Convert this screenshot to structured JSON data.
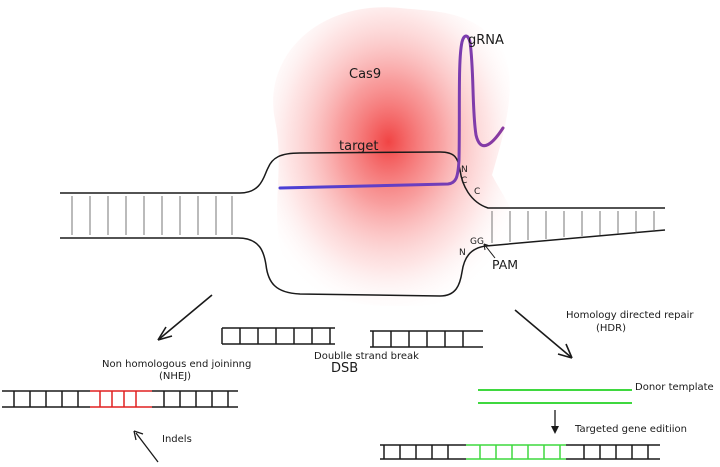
{
  "labels": {
    "cas9": "Cas9",
    "grna": "gRNA",
    "target": "target",
    "pam": "PAM",
    "n_top": "N",
    "c_top1": "C",
    "c_top2": "C",
    "gg": "GG",
    "n_bottom": "N",
    "nhej_line1": "Non homologous end joininng",
    "nhej_line2": "(NHEJ)",
    "dsb_caption": "Doublle strand break",
    "dsb": "DSB",
    "hdr_line1": "Homology directed repair",
    "hdr_line2": "(HDR)",
    "donor": "Donor template",
    "targeted": "Targeted gene editiion",
    "indels": "Indels"
  },
  "colors": {
    "cas9_glow": "#f03a3a",
    "grna": "#4a3fd6",
    "indel_red": "#e02020",
    "donor_green": "#3fd83f",
    "line": "#1a1a1a"
  }
}
